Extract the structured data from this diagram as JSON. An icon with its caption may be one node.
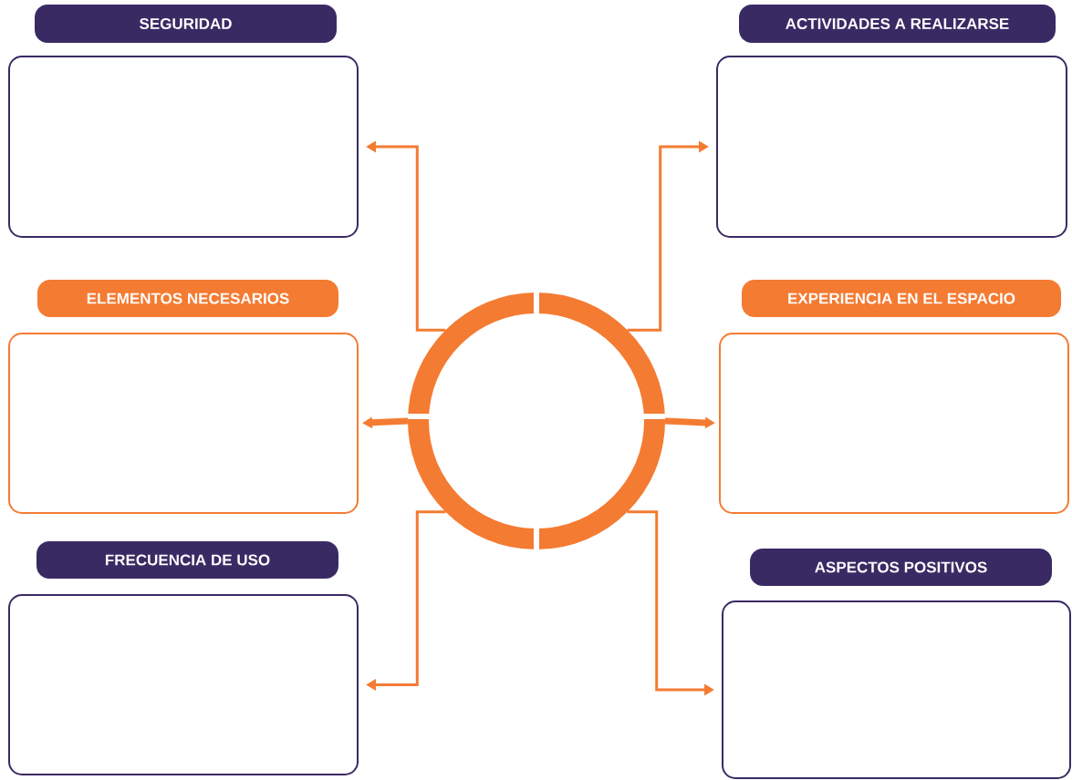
{
  "diagram": {
    "nodes": [
      {
        "text": [],
        "shape": "circle"
      },
      {
        "text": [
          "SEGURIDAD"
        ]
      },
      {
        "text": [
          "ACTIVIDADES A REALIZARSE"
        ]
      },
      {
        "text": [
          "ELEMENTOS NECESARIOS"
        ]
      },
      {
        "text": [
          "EXPERIENCIA EN EL ESPACIO"
        ]
      },
      {
        "text": [
          "FRECUENCIA DE USO"
        ]
      },
      {
        "text": [
          "ASPECTOS POSITIVOS"
        ]
      }
    ],
    "edges": [
      {
        "from": 0,
        "to": 1,
        "arrow": "to"
      },
      {
        "from": 0,
        "to": 2,
        "arrow": "to"
      },
      {
        "from": 0,
        "to": 3,
        "arrow": "to",
        "style": "thick"
      },
      {
        "from": 0,
        "to": 4,
        "arrow": "to",
        "style": "thick"
      },
      {
        "from": 0,
        "to": 5,
        "arrow": "to"
      },
      {
        "from": 0,
        "to": 6,
        "arrow": "to"
      }
    ]
  }
}
